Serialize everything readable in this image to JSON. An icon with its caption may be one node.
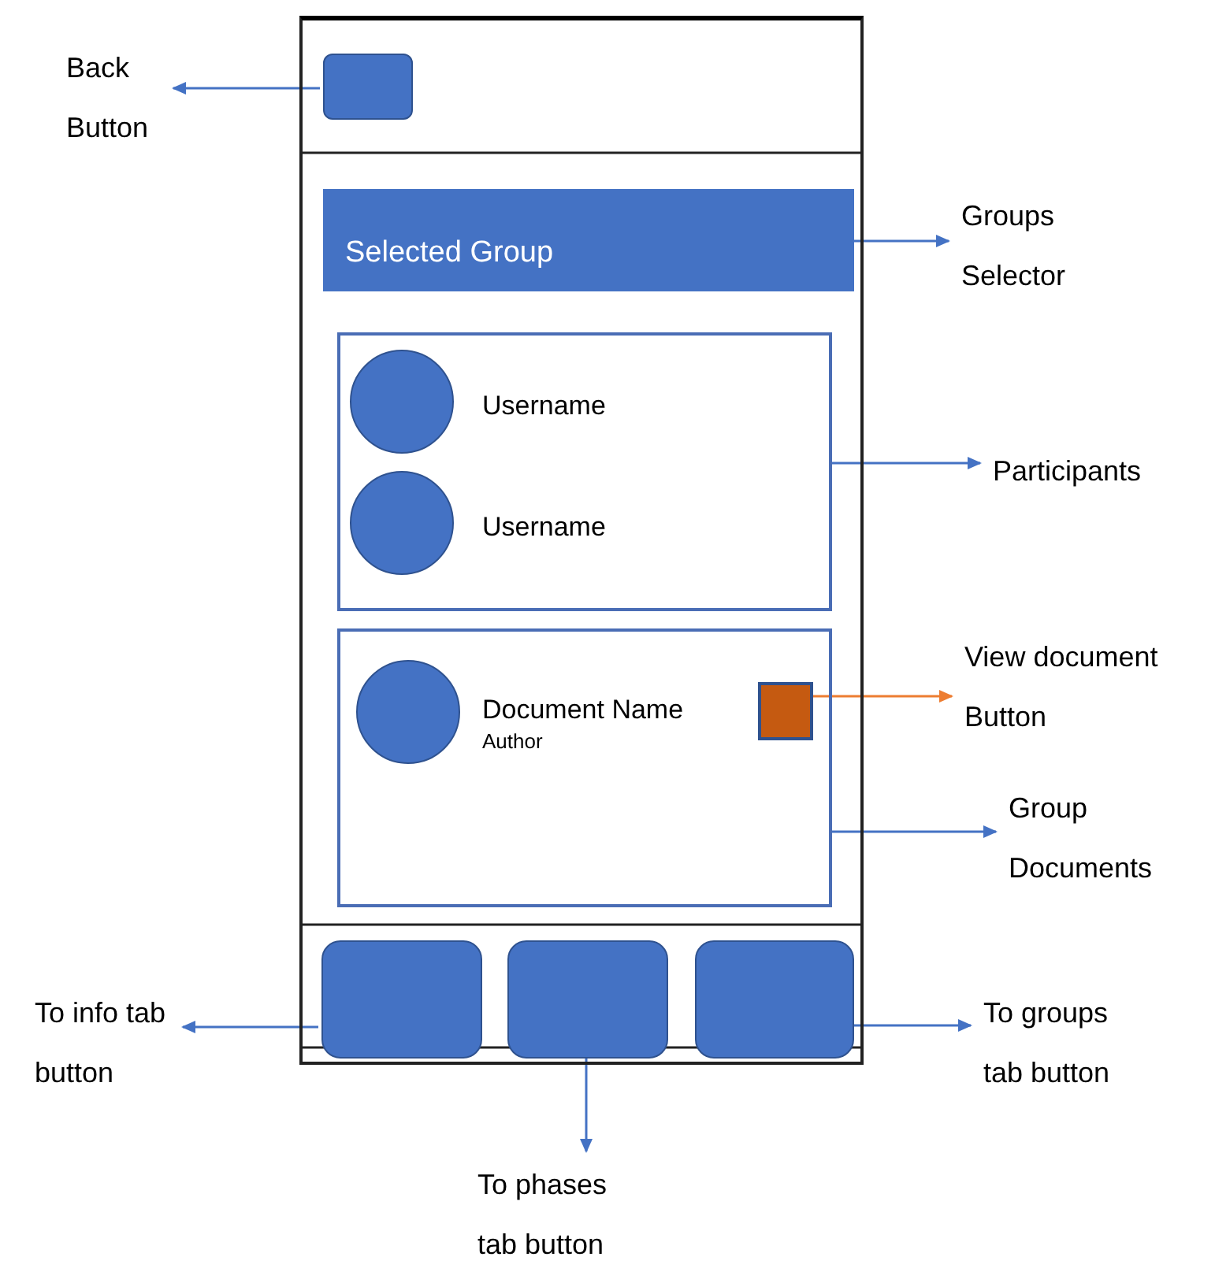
{
  "diagram": {
    "nodes": [
      {
        "text": [],
        "shape": "box"
      },
      {
        "text": [],
        "shape": "box",
        "in": 0
      },
      {
        "text": [
          "Selected Group"
        ],
        "in": 0
      },
      {
        "text": [],
        "shape": "box",
        "in": 0
      },
      {
        "text": [],
        "shape": "circle",
        "in": 3,
        "beside": [
          "Username"
        ]
      },
      {
        "text": [],
        "shape": "circle",
        "in": 3,
        "beside": [
          "Username"
        ]
      },
      {
        "text": [],
        "shape": "box",
        "in": 0
      },
      {
        "text": [],
        "shape": "circle",
        "in": 6,
        "beside": [
          "Document Name",
          "Author"
        ]
      },
      {
        "text": [],
        "shape": "box",
        "in": 6
      },
      {
        "text": [],
        "shape": "box",
        "in": 0
      },
      {
        "text": [],
        "shape": "box",
        "in": 0
      },
      {
        "text": [],
        "shape": "box",
        "in": 0
      },
      {
        "text": [
          "Back Button"
        ]
      },
      {
        "text": [
          "Groups Selector"
        ]
      },
      {
        "text": [
          "Participants"
        ]
      },
      {
        "text": [
          "View document Button"
        ]
      },
      {
        "text": [
          "Group Documents"
        ]
      },
      {
        "text": [
          "To info tab button"
        ]
      },
      {
        "text": [
          "To phases tab button"
        ]
      },
      {
        "text": [
          "To groups tab button"
        ]
      }
    ],
    "edges": [
      {
        "from": 1,
        "to": 12,
        "arrow": "to"
      },
      {
        "from": 2,
        "to": 13,
        "arrow": "to"
      },
      {
        "from": 3,
        "to": 14,
        "arrow": "to"
      },
      {
        "from": 8,
        "to": 15,
        "arrow": "to",
        "color": "#ed7d31"
      },
      {
        "from": 6,
        "to": 16,
        "arrow": "to"
      },
      {
        "from": 9,
        "to": 17,
        "arrow": "to"
      },
      {
        "from": 10,
        "to": 18,
        "arrow": "to"
      },
      {
        "from": 11,
        "to": 19,
        "arrow": "to"
      }
    ]
  }
}
